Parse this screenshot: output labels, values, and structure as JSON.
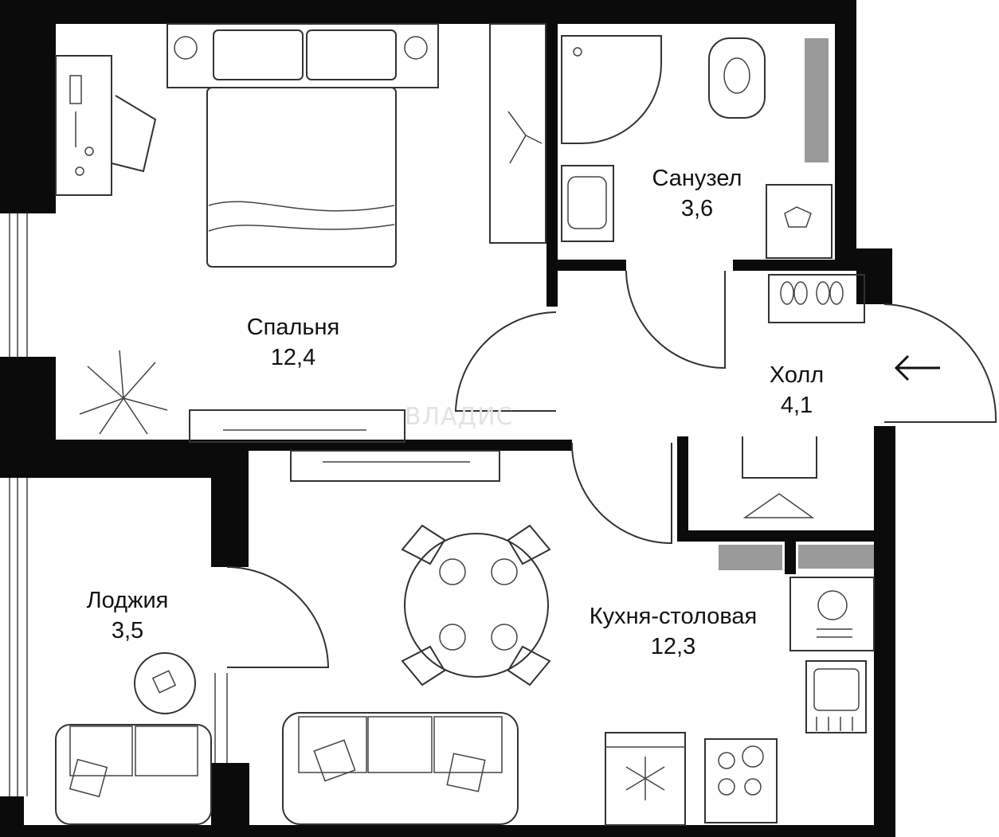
{
  "rooms": {
    "bedroom": {
      "name": "Спальня",
      "area": "12,4"
    },
    "bathroom": {
      "name": "Санузел",
      "area": "3,6"
    },
    "hall": {
      "name": "Холл",
      "area": "4,1"
    },
    "loggia": {
      "name": "Лоджия",
      "area": "3,5"
    },
    "kitchen": {
      "name": "Кухня-столовая",
      "area": "12,3"
    }
  },
  "watermark": "ВЛАДИС",
  "colors": {
    "wall": "#0b0b0b",
    "line": "#333333",
    "grey_block": "#9a9a9a"
  },
  "icons": [
    "entrance-arrow-icon",
    "snowflake-icon",
    "plant-icon",
    "hanger-icon",
    "stove-icon",
    "sink-icon"
  ]
}
